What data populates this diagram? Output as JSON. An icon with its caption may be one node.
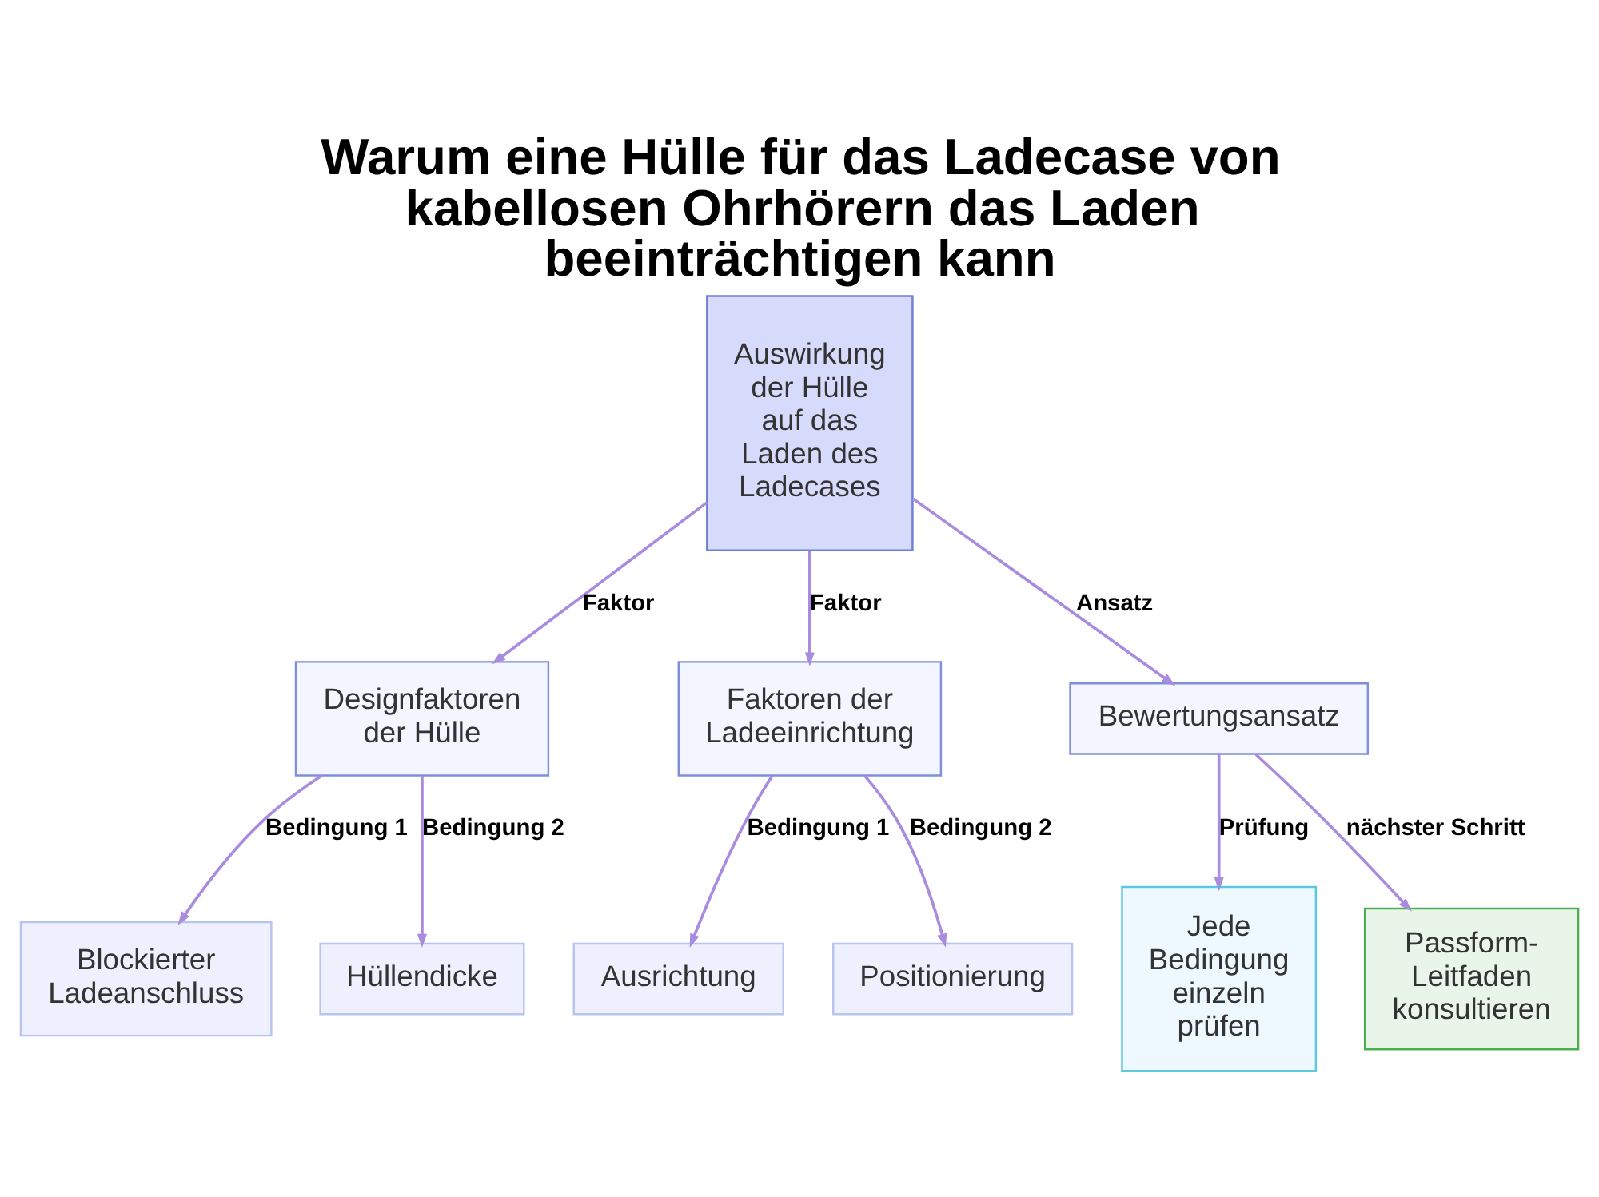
{
  "diagram": {
    "title": "Warum eine Hülle für das Ladecase von kabellosen Ohrhörern das Laden beeinträchtigen kann",
    "nodes": [
      {
        "text": [
          "Auswirkung der Hülle auf das Laden des Ladecases"
        ]
      },
      {
        "text": [
          "Designfaktoren der Hülle"
        ]
      },
      {
        "text": [
          "Faktoren der Ladeeinrichtung"
        ]
      },
      {
        "text": [
          "Bewertungsansatz"
        ]
      },
      {
        "text": [
          "Blockierter Ladeanschluss"
        ]
      },
      {
        "text": [
          "Hüllendicke"
        ]
      },
      {
        "text": [
          "Ausrichtung"
        ]
      },
      {
        "text": [
          "Positionierung"
        ]
      },
      {
        "text": [
          "Jede Bedingung einzeln prüfen"
        ]
      },
      {
        "text": [
          "Passform-Leitfaden konsultieren"
        ]
      }
    ],
    "edges": [
      {
        "from": 0,
        "to": 1,
        "arrow": "to",
        "label": "Faktor"
      },
      {
        "from": 0,
        "to": 2,
        "arrow": "to",
        "label": "Faktor"
      },
      {
        "from": 0,
        "to": 3,
        "arrow": "to",
        "label": "Ansatz"
      },
      {
        "from": 1,
        "to": 4,
        "arrow": "to",
        "label": "Bedingung 1"
      },
      {
        "from": 1,
        "to": 5,
        "arrow": "to",
        "label": "Bedingung 2"
      },
      {
        "from": 2,
        "to": 6,
        "arrow": "to",
        "label": "Bedingung 1"
      },
      {
        "from": 2,
        "to": 7,
        "arrow": "to",
        "label": "Bedingung 2"
      },
      {
        "from": 3,
        "to": 8,
        "arrow": "to",
        "label": "Prüfung"
      },
      {
        "from": 3,
        "to": 9,
        "arrow": "to",
        "label": "nächster Schritt"
      }
    ]
  }
}
